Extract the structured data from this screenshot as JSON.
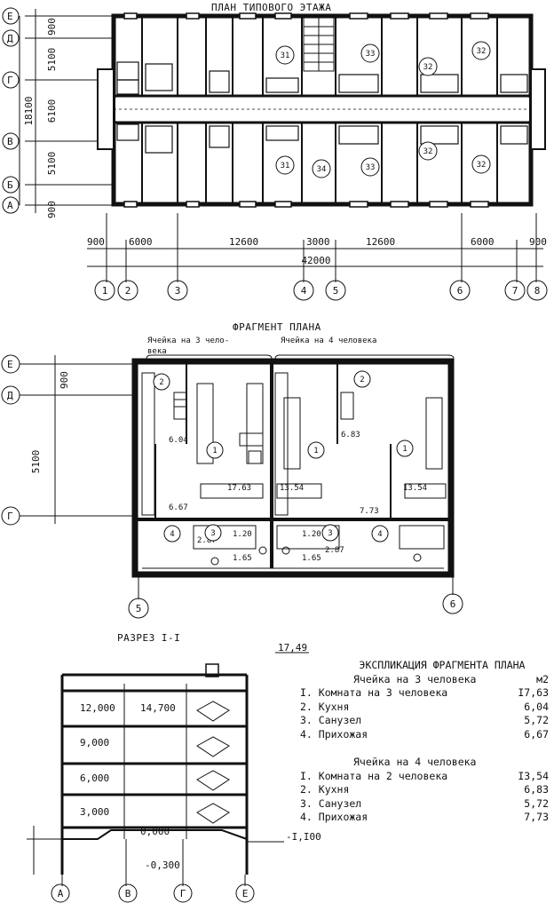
{
  "plan": {
    "title": "ПЛАН ТИПОВОГО ЭТАЖА",
    "axes_left": [
      "Е",
      "Д",
      "Г",
      "В",
      "Б",
      "А"
    ],
    "dims_left": [
      "900",
      "5100",
      "6100",
      "5100",
      "900"
    ],
    "total_left": "18100",
    "dims_bottom": [
      "900",
      "6000",
      "12600",
      "3000",
      "12600",
      "6000",
      "900"
    ],
    "total_bottom": "42000",
    "axes_bottom": [
      "1",
      "2",
      "3",
      "4",
      "5",
      "6",
      "7",
      "8"
    ],
    "room_marks": [
      "31",
      "33",
      "32",
      "32",
      "31",
      "34",
      "33",
      "32",
      "32"
    ]
  },
  "fragment": {
    "title": "ФРАГМЕНТ ПЛАНА",
    "cell3_label": "Ячейка на 3 чело-\nвека",
    "cell3_line1": "Ячейка на 3 чело-",
    "cell3_line2": "века",
    "cell4_label": "Ячейка на 4 человека",
    "axes_left": [
      "Е",
      "Д",
      "Г"
    ],
    "dim_top": "900",
    "dim_mid": "5100",
    "axes_bottom": [
      "5",
      "6"
    ],
    "areas": [
      "6.04",
      "17.63",
      "13.54",
      "6.83",
      "13.54",
      "6.67",
      "7.73",
      "1.20",
      "1.20",
      "2.87",
      "1.65",
      "1.65",
      "2.87"
    ],
    "marks": [
      "2",
      "1",
      "1",
      "2",
      "1",
      "4",
      "3",
      "3",
      "4"
    ]
  },
  "section": {
    "title": "РАЗРЕЗ I-I",
    "levels": [
      "17,49",
      "12,000",
      "14,700",
      "9,000",
      "6,000",
      "3,000",
      "0,000",
      "-0,300",
      "-I,I00"
    ],
    "axes": [
      "А",
      "В",
      "Г",
      "Е"
    ]
  },
  "explication": {
    "title": "ЭКСПЛИКАЦИЯ ФРАГМЕНТА ПЛАНА",
    "cell3": {
      "title": "Ячейка на 3 человека",
      "unit": "м2",
      "items": [
        {
          "label": "I. Комната на 3 человека",
          "value": "I7,63"
        },
        {
          "label": "2. Кухня",
          "value": "6,04"
        },
        {
          "label": "3. Санузел",
          "value": "5,72"
        },
        {
          "label": "4. Прихожая",
          "value": "6,67"
        }
      ]
    },
    "cell4": {
      "title": "Ячейка на 4 человека",
      "items": [
        {
          "label": "I. Комната на 2 человека",
          "value": "I3,54"
        },
        {
          "label": "2. Кухня",
          "value": "6,83"
        },
        {
          "label": "3. Санузел",
          "value": "5,72"
        },
        {
          "label": "4. Прихожая",
          "value": "7,73"
        }
      ]
    }
  }
}
